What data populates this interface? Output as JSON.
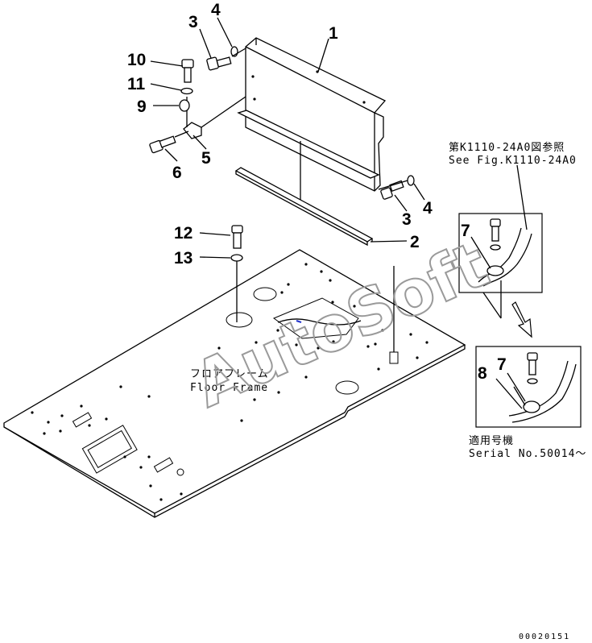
{
  "callouts": {
    "c1": "1",
    "c2": "2",
    "c3a": "3",
    "c3b": "3",
    "c4a": "4",
    "c4b": "4",
    "c5": "5",
    "c6": "6",
    "c7a": "7",
    "c7b": "7",
    "c8": "8",
    "c9": "9",
    "c10": "10",
    "c11": "11",
    "c12": "12",
    "c13": "13"
  },
  "notes": {
    "see_fig_jp": "第K1110-24A0図参照",
    "see_fig_en": "See Fig.K1110-24A0",
    "floor_frame_jp": "フロアフレーム",
    "floor_frame_en": "Floor Frame",
    "serial_jp": "適用号機",
    "serial_en": "Serial No.50014～"
  },
  "watermark": "AutoSoft",
  "drawing_id": "00020151"
}
